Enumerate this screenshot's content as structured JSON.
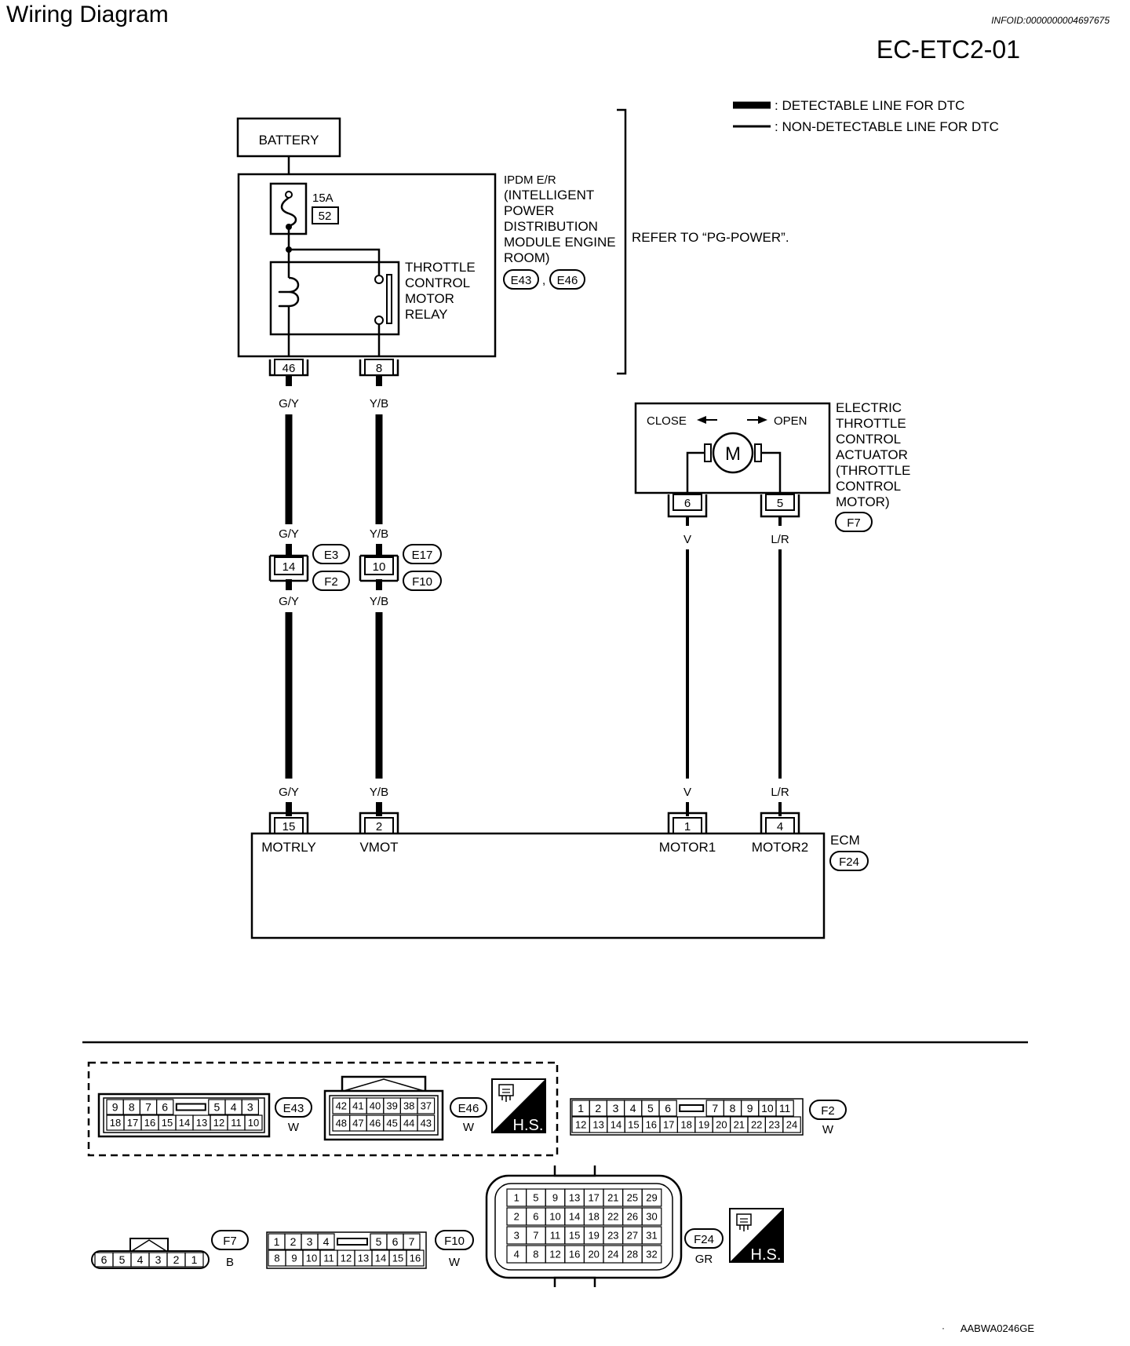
{
  "header": {
    "section_title": "Wiring Diagram",
    "info_id": "INFOID:0000000004697675",
    "diagram_code": "EC-ETC2-01"
  },
  "legend": {
    "detectable": ": DETECTABLE LINE FOR DTC",
    "non_detectable": ": NON-DETECTABLE LINE FOR DTC"
  },
  "battery": {
    "label": "BATTERY"
  },
  "ipdm": {
    "fuse_rating": "15A",
    "fuse_number": "52",
    "name_lines": [
      "IPDM E/R",
      "(INTELLIGENT",
      "POWER",
      "DISTRIBUTION",
      "MODULE ENGINE",
      "ROOM)"
    ],
    "connectors": [
      "E43",
      "E46"
    ],
    "relay_lines": [
      "THROTTLE",
      "CONTROL",
      "MOTOR",
      "RELAY"
    ],
    "pin_relay_coil": "46",
    "pin_relay_out": "8",
    "refer": "REFER TO “PG-POWER”."
  },
  "wires": {
    "gy": "G/Y",
    "yb": "Y/B",
    "v": "V",
    "lr": "L/R"
  },
  "junctions": {
    "pin_gy": "14",
    "pin_yb": "10",
    "gy_top": "E3",
    "gy_bottom": "F2",
    "yb_top": "E17",
    "yb_bottom": "F10"
  },
  "actuator": {
    "close": "CLOSE",
    "open": "OPEN",
    "motor_symbol": "M",
    "pin_a": "6",
    "pin_b": "5",
    "name_lines": [
      "ELECTRIC",
      "THROTTLE",
      "CONTROL",
      "ACTUATOR",
      "(THROTTLE",
      "CONTROL",
      "MOTOR)"
    ],
    "connector": "F7"
  },
  "ecm": {
    "name": "ECM",
    "connector": "F24",
    "pins": [
      {
        "pin": "15",
        "label": "MOTRLY"
      },
      {
        "pin": "2",
        "label": "VMOT"
      },
      {
        "pin": "1",
        "label": "MOTOR1"
      },
      {
        "pin": "4",
        "label": "MOTOR2"
      }
    ]
  },
  "connector_views": {
    "e43": {
      "id": "E43",
      "color": "W",
      "top": [
        "9",
        "8",
        "7",
        "6",
        "",
        "5",
        "4",
        "3"
      ],
      "bottom": [
        "18",
        "17",
        "16",
        "15",
        "14",
        "13",
        "12",
        "11",
        "10"
      ]
    },
    "e46": {
      "id": "E46",
      "color": "W",
      "top": [
        "42",
        "41",
        "40",
        "39",
        "38",
        "37"
      ],
      "bottom": [
        "48",
        "47",
        "46",
        "45",
        "44",
        "43"
      ]
    },
    "hs": "H.S.",
    "f2": {
      "id": "F2",
      "color": "W",
      "top": [
        "1",
        "2",
        "3",
        "4",
        "5",
        "6",
        "",
        "7",
        "8",
        "9",
        "10",
        "11"
      ],
      "bottom": [
        "12",
        "13",
        "14",
        "15",
        "16",
        "17",
        "18",
        "19",
        "20",
        "21",
        "22",
        "23",
        "24"
      ]
    },
    "f7": {
      "id": "F7",
      "color": "B",
      "row": [
        "6",
        "5",
        "4",
        "3",
        "2",
        "1"
      ]
    },
    "f10": {
      "id": "F10",
      "color": "W",
      "top": [
        "1",
        "2",
        "3",
        "4",
        "",
        "5",
        "6",
        "7"
      ],
      "bottom": [
        "8",
        "9",
        "10",
        "11",
        "12",
        "13",
        "14",
        "15",
        "16"
      ]
    },
    "f24": {
      "id": "F24",
      "color": "GR",
      "rows": [
        [
          "1",
          "5",
          "9",
          "13",
          "17",
          "21",
          "25",
          "29"
        ],
        [
          "2",
          "6",
          "10",
          "14",
          "18",
          "22",
          "26",
          "30"
        ],
        [
          "3",
          "7",
          "11",
          "15",
          "19",
          "23",
          "27",
          "31"
        ],
        [
          "4",
          "8",
          "12",
          "16",
          "20",
          "24",
          "28",
          "32"
        ]
      ]
    }
  },
  "footer_code": "AABWA0246GE"
}
